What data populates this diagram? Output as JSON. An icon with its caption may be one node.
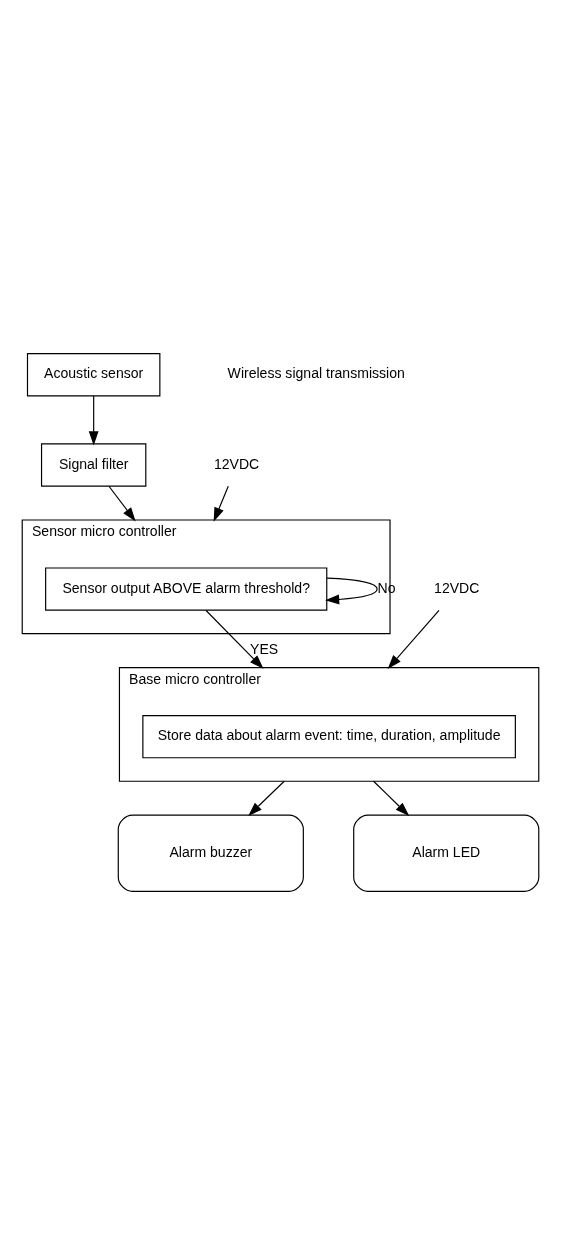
{
  "diagram": {
    "nodes": [
      {
        "text": [
          "Acoustic sensor"
        ]
      },
      {
        "text": [
          "Signal filter"
        ]
      },
      {
        "text": [
          "Sensor micro controller"
        ]
      },
      {
        "text": [
          "Sensor output ABOVE alarm threshold?"
        ],
        "in": 2
      },
      {
        "text": [
          "12VDC"
        ]
      },
      {
        "text": [
          "Base micro controller"
        ]
      },
      {
        "text": [
          "Store data about alarm event: time, duration, amplitude"
        ],
        "in": 5
      },
      {
        "text": [
          "12VDC"
        ]
      },
      {
        "text": [
          "Alarm buzzer"
        ]
      },
      {
        "text": [
          "Alarm LED"
        ]
      }
    ],
    "edges": [
      {
        "from": 0,
        "to": 1,
        "arrow": "to"
      },
      {
        "from": 1,
        "to": 2,
        "arrow": "to"
      },
      {
        "from": 4,
        "to": 2,
        "arrow": "to"
      },
      {
        "from": 3,
        "to": 3,
        "arrow": "to",
        "label": "No"
      },
      {
        "from": 3,
        "to": 5,
        "arrow": "to",
        "label": "YES"
      },
      {
        "from": 7,
        "to": 5,
        "arrow": "to"
      },
      {
        "from": 5,
        "to": 8,
        "arrow": "to"
      },
      {
        "from": 5,
        "to": 9,
        "arrow": "to"
      }
    ],
    "labels": [
      "Wireless signal transmission"
    ]
  }
}
